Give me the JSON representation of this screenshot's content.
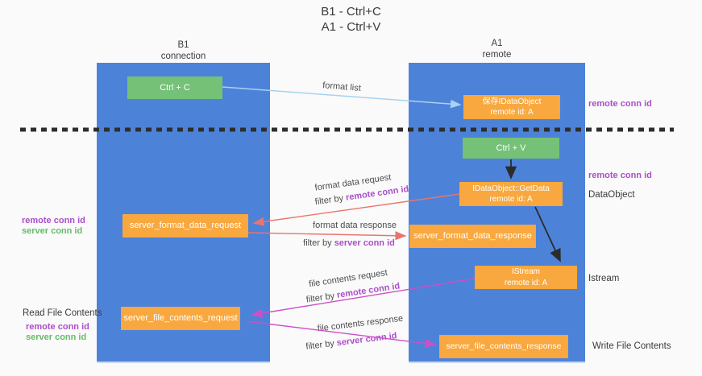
{
  "title": {
    "line1": "B1 - Ctrl+C",
    "line2": "A1 - Ctrl+V"
  },
  "lanes": {
    "left": {
      "header_top": "B1",
      "header_bottom": "connection"
    },
    "right": {
      "header_top": "A1",
      "header_bottom": "remote"
    }
  },
  "nodes": {
    "ctrl_c": {
      "label": "Ctrl + C"
    },
    "ctrl_v": {
      "label": "Ctrl + V"
    },
    "save_dataobject": {
      "line1": "保存IDataObject",
      "line2": "remote id: A"
    },
    "getdata": {
      "line1": "IDataObject::GetData",
      "line2": "remote id: A"
    },
    "istream": {
      "line1": "IStream",
      "line2": "remote id: A"
    },
    "server_format_data_request": {
      "label": "server_format_data_request"
    },
    "server_format_data_response": {
      "label": "server_format_data_response"
    },
    "server_file_contents_request": {
      "label": "server_file_contents_request"
    },
    "server_file_contents_response": {
      "label": "server_file_contents_response"
    }
  },
  "arrow_labels": {
    "format_list": "format list",
    "format_data_request": "format data request",
    "format_data_response": "format data response",
    "file_contents_request": "file contents request",
    "file_contents_response": "file contents response",
    "filter_by": "filter by",
    "remote_conn_id": "remote conn id",
    "server_conn_id": "server conn id"
  },
  "side_labels": {
    "right_remote_conn_id_top": "remote conn id",
    "right_remote_conn_id_mid": "remote conn id",
    "dataobject": "DataObject",
    "istream": "Istream",
    "write_file_contents": "Write File Contents",
    "left_remote_conn_id_mid": "remote conn id",
    "left_server_conn_id_mid": "server conn id",
    "read_file_contents": "Read File Contents",
    "left_remote_conn_id_bottom": "remote conn id",
    "left_server_conn_id_bottom": "server conn id"
  },
  "colors": {
    "lane_blue": "#4d82d9",
    "box_orange": "#f8a83e",
    "box_green": "#74c177",
    "arrow_red": "#e8756d",
    "arrow_magenta": "#ce4fc6",
    "arrow_lightblue": "#a8d2f0",
    "arrow_black": "#2b2b2b",
    "text_purple": "#aa4fc8",
    "text_green": "#66bb6a"
  }
}
